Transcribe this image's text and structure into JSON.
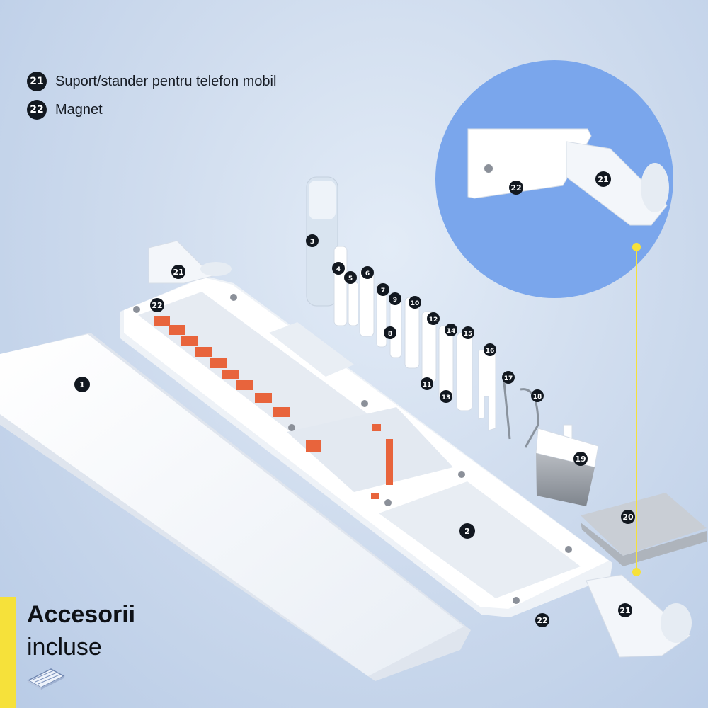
{
  "legend": [
    {
      "num": "21",
      "label": "Suport/stander pentru telefon mobil"
    },
    {
      "num": "22",
      "label": "Magnet"
    }
  ],
  "caption": {
    "line1": "Accesorii",
    "line2": "incluse",
    "icon": "keyboard-icon"
  },
  "callouts": {
    "n1": "1",
    "n2": "2",
    "n3": "3",
    "n4": "4",
    "n5": "5",
    "n6": "6",
    "n7": "7",
    "n8": "8",
    "n9": "9",
    "n10": "10",
    "n11": "11",
    "n12": "12",
    "n13": "13",
    "n14": "14",
    "n15": "15",
    "n16": "16",
    "n17": "17",
    "n18": "18",
    "n19": "19",
    "n20": "20",
    "n21": "21",
    "n22": "22"
  },
  "colors": {
    "accent": "#f6e13a",
    "tool_orange": "#e8643c",
    "zoom_circle": "#7aa6ec",
    "badge": "#121820"
  }
}
